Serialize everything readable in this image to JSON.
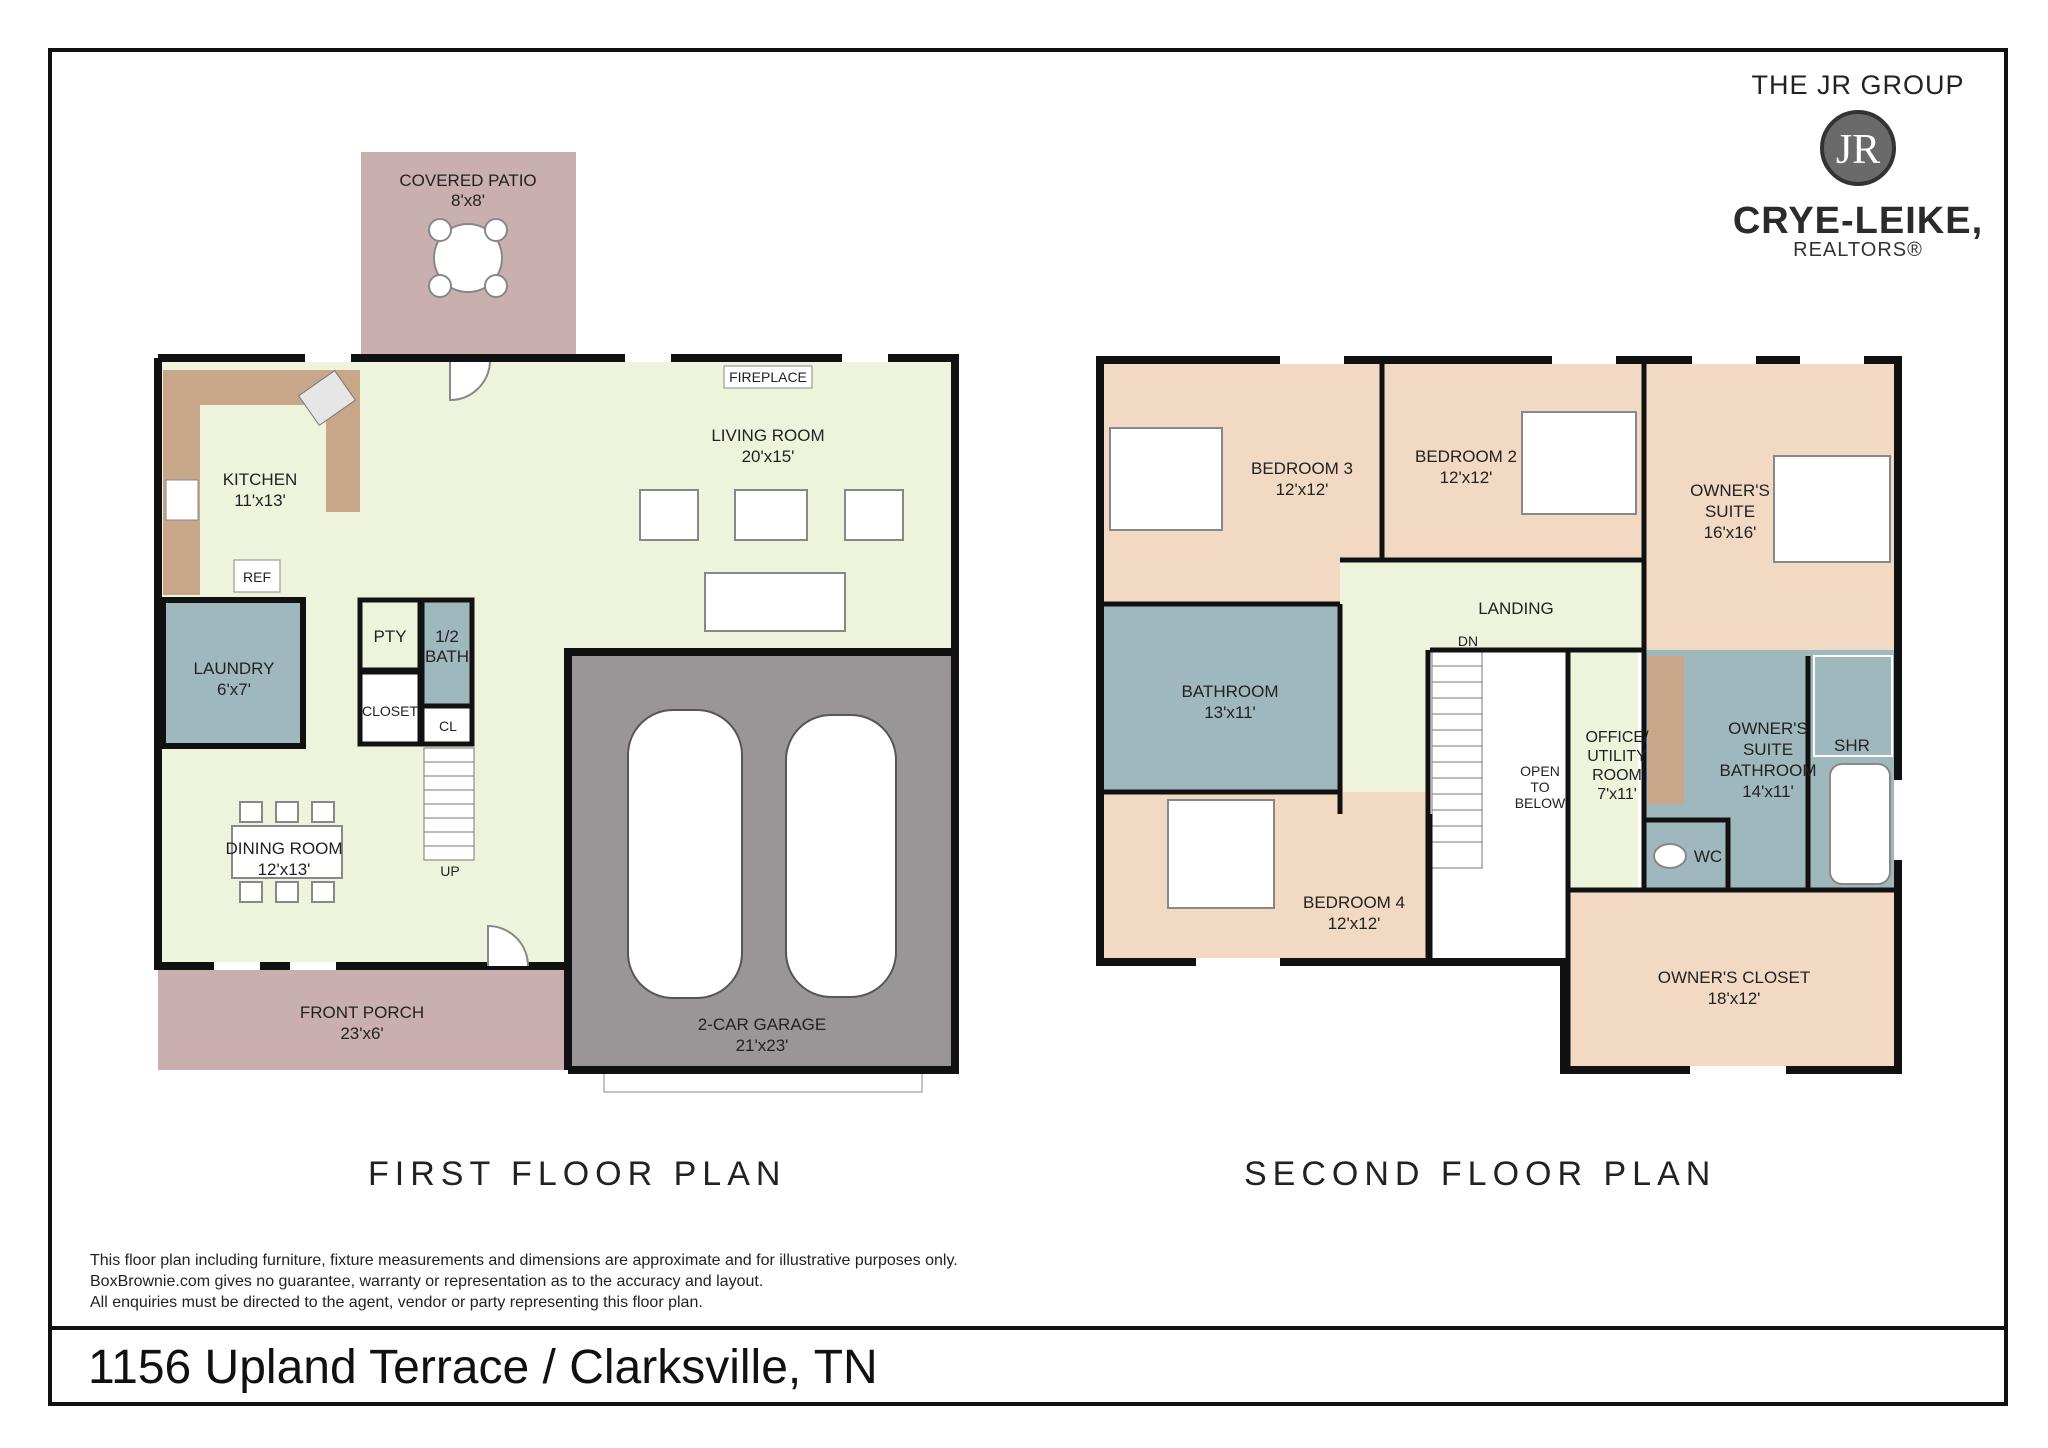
{
  "brand": {
    "group": "THE JR GROUP",
    "monogram": "JR",
    "name": "CRYE-LEIKE,",
    "sub": "REALTORS®"
  },
  "first_floor": {
    "title": "FIRST FLOOR PLAN",
    "rooms": {
      "covered_patio": {
        "name": "COVERED PATIO",
        "dim": "8'x8'"
      },
      "kitchen": {
        "name": "KITCHEN",
        "dim": "11'x13'"
      },
      "living_room": {
        "name": "LIVING ROOM",
        "dim": "20'x15'"
      },
      "fireplace": "FIREPLACE",
      "ref": "REF",
      "laundry": {
        "name": "LAUNDRY",
        "dim": "6'x7'"
      },
      "pty": "PTY",
      "half_bath": {
        "line1": "1/2",
        "line2": "BATH"
      },
      "closet": "CLOSET",
      "cl": "CL",
      "up": "UP",
      "dining_room": {
        "name": "DINING ROOM",
        "dim": "12'x13'"
      },
      "front_porch": {
        "name": "FRONT PORCH",
        "dim": "23'x6'"
      },
      "garage": {
        "name": "2-CAR GARAGE",
        "dim": "21'x23'"
      }
    }
  },
  "second_floor": {
    "title": "SECOND FLOOR PLAN",
    "rooms": {
      "bedroom3": {
        "name": "BEDROOM 3",
        "dim": "12'x12'"
      },
      "bedroom2": {
        "name": "BEDROOM 2",
        "dim": "12'x12'"
      },
      "owners_suite": {
        "line1": "OWNER'S",
        "line2": "SUITE",
        "dim": "16'x16'"
      },
      "landing": "LANDING",
      "dn": "DN",
      "bathroom": {
        "name": "BATHROOM",
        "dim": "13'x11'"
      },
      "open_to_below": {
        "line1": "OPEN",
        "line2": "TO",
        "line3": "BELOW"
      },
      "office": {
        "line1": "OFFICE/",
        "line2": "UTILITY",
        "line3": "ROOM",
        "dim": "7'x11'"
      },
      "owners_bath": {
        "line1": "OWNER'S",
        "line2": "SUITE",
        "line3": "BATHROOM",
        "dim": "14'x11'"
      },
      "shr": "SHR",
      "wc": "WC",
      "bedroom4": {
        "name": "BEDROOM 4",
        "dim": "12'x12'"
      },
      "owners_closet": {
        "name": "OWNER'S CLOSET",
        "dim": "18'x12'"
      }
    }
  },
  "disclaimer": [
    "This floor plan including furniture, fixture measurements and dimensions are approximate and for illustrative purposes only.",
    "BoxBrownie.com gives no guarantee, warranty or representation as to the accuracy and layout.",
    "All enquiries must be directed to the agent, vendor or party representing this floor plan."
  ],
  "address": "1156 Upland Terrace / Clarksville, TN",
  "colors": {
    "living": "#eef3dc",
    "bedroom": "#f1d9c3",
    "bath": "#9fb8be",
    "garage": "#9a9596",
    "porch": "#c9afae",
    "counter": "#c8a68a",
    "wall": "#111111"
  }
}
